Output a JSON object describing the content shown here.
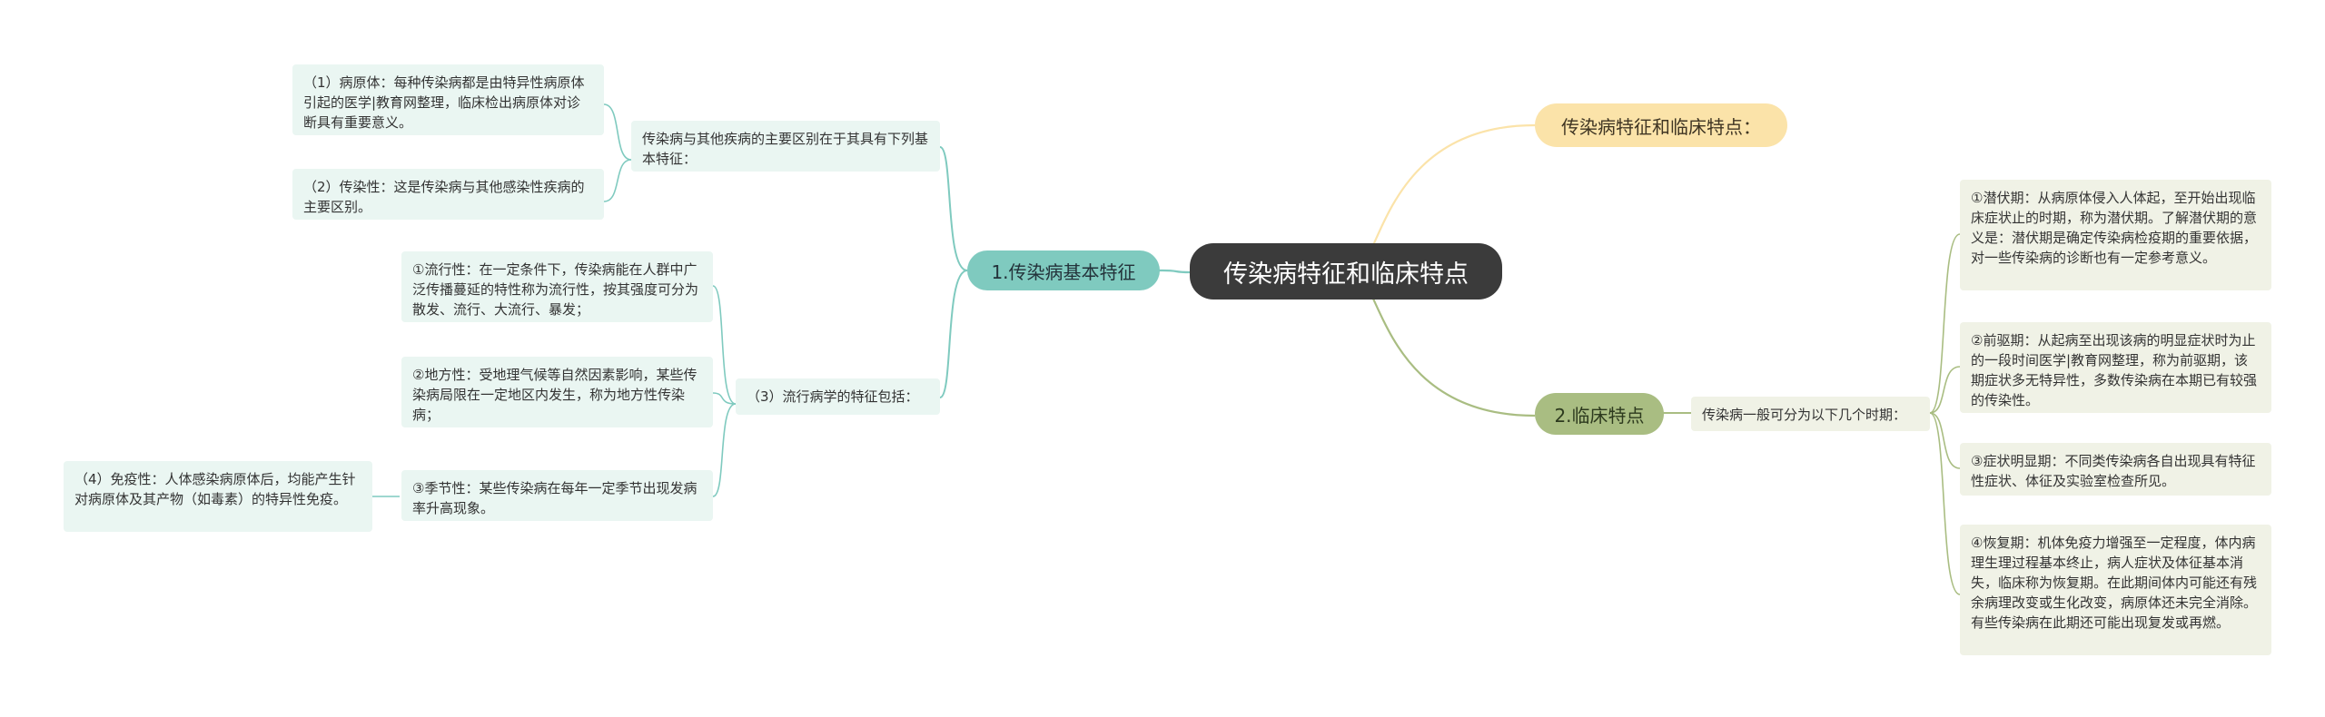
{
  "root": {
    "label": "传染病特征和临床特点"
  },
  "branch_basic": {
    "label": "1.传染病基本特征",
    "difference_intro": "传染病与其他疾病的主要区别在于其具有下列基本特征：",
    "pathogen": "（1）病原体：每种传染病都是由特异性病原体引起的医学|教育网整理，临床检出病原体对诊断具有重要意义。",
    "infectivity": "（2）传染性：这是传染病与其他感染性疾病的主要区别。",
    "epidemiology_intro": "（3）流行病学的特征包括：",
    "epidemic": "①流行性：在一定条件下，传染病能在人群中广泛传播蔓延的特性称为流行性，按其强度可分为散发、流行、大流行、暴发；",
    "regional": "②地方性：受地理气候等自然因素影响，某些传染病局限在一定地区内发生，称为地方性传染病；",
    "seasonal": "③季节性：某些传染病在每年一定季节出现发病率升高现象。",
    "immunity": "（4）免疫性：人体感染病原体后，均能产生针对病原体及其产物（如毒素）的特异性免疫。"
  },
  "branch_clinical": {
    "label": "2.临床特点",
    "periods_intro": "传染病一般可分为以下几个时期：",
    "incubation": "①潜伏期：从病原体侵入人体起，至开始出现临床症状止的时期，称为潜伏期。了解潜伏期的意义是：潜伏期是确定传染病检疫期的重要依据，对一些传染病的诊断也有一定参考意义。",
    "prodromal": "②前驱期：从起病至出现该病的明显症状时为止的一段时间医学|教育网整理，称为前驱期，该期症状多无特异性，多数传染病在本期已有较强的传染性。",
    "symptomatic": "③症状明显期：不同类传染病各自出现具有特征性症状、体征及实验室检查所见。",
    "recovery": "④恢复期：机体免疫力增强至一定程度，体内病理生理过程基本终止，病人症状及体征基本消失，临床称为恢复期。在此期间体内可能还有残余病理改变或生化改变，病原体还未完全消除。有些传染病在此期还可能出现复发或再燃。"
  },
  "branch_title": {
    "label": "传染病特征和临床特点："
  },
  "colors": {
    "root": "#3b3b3b",
    "basic_branch": "#7fcabf",
    "basic_leaf": "#eaf6f2",
    "clinical_branch": "#a9bd82",
    "clinical_leaf": "#f0f2e6",
    "title_branch": "#fbe3a9"
  }
}
